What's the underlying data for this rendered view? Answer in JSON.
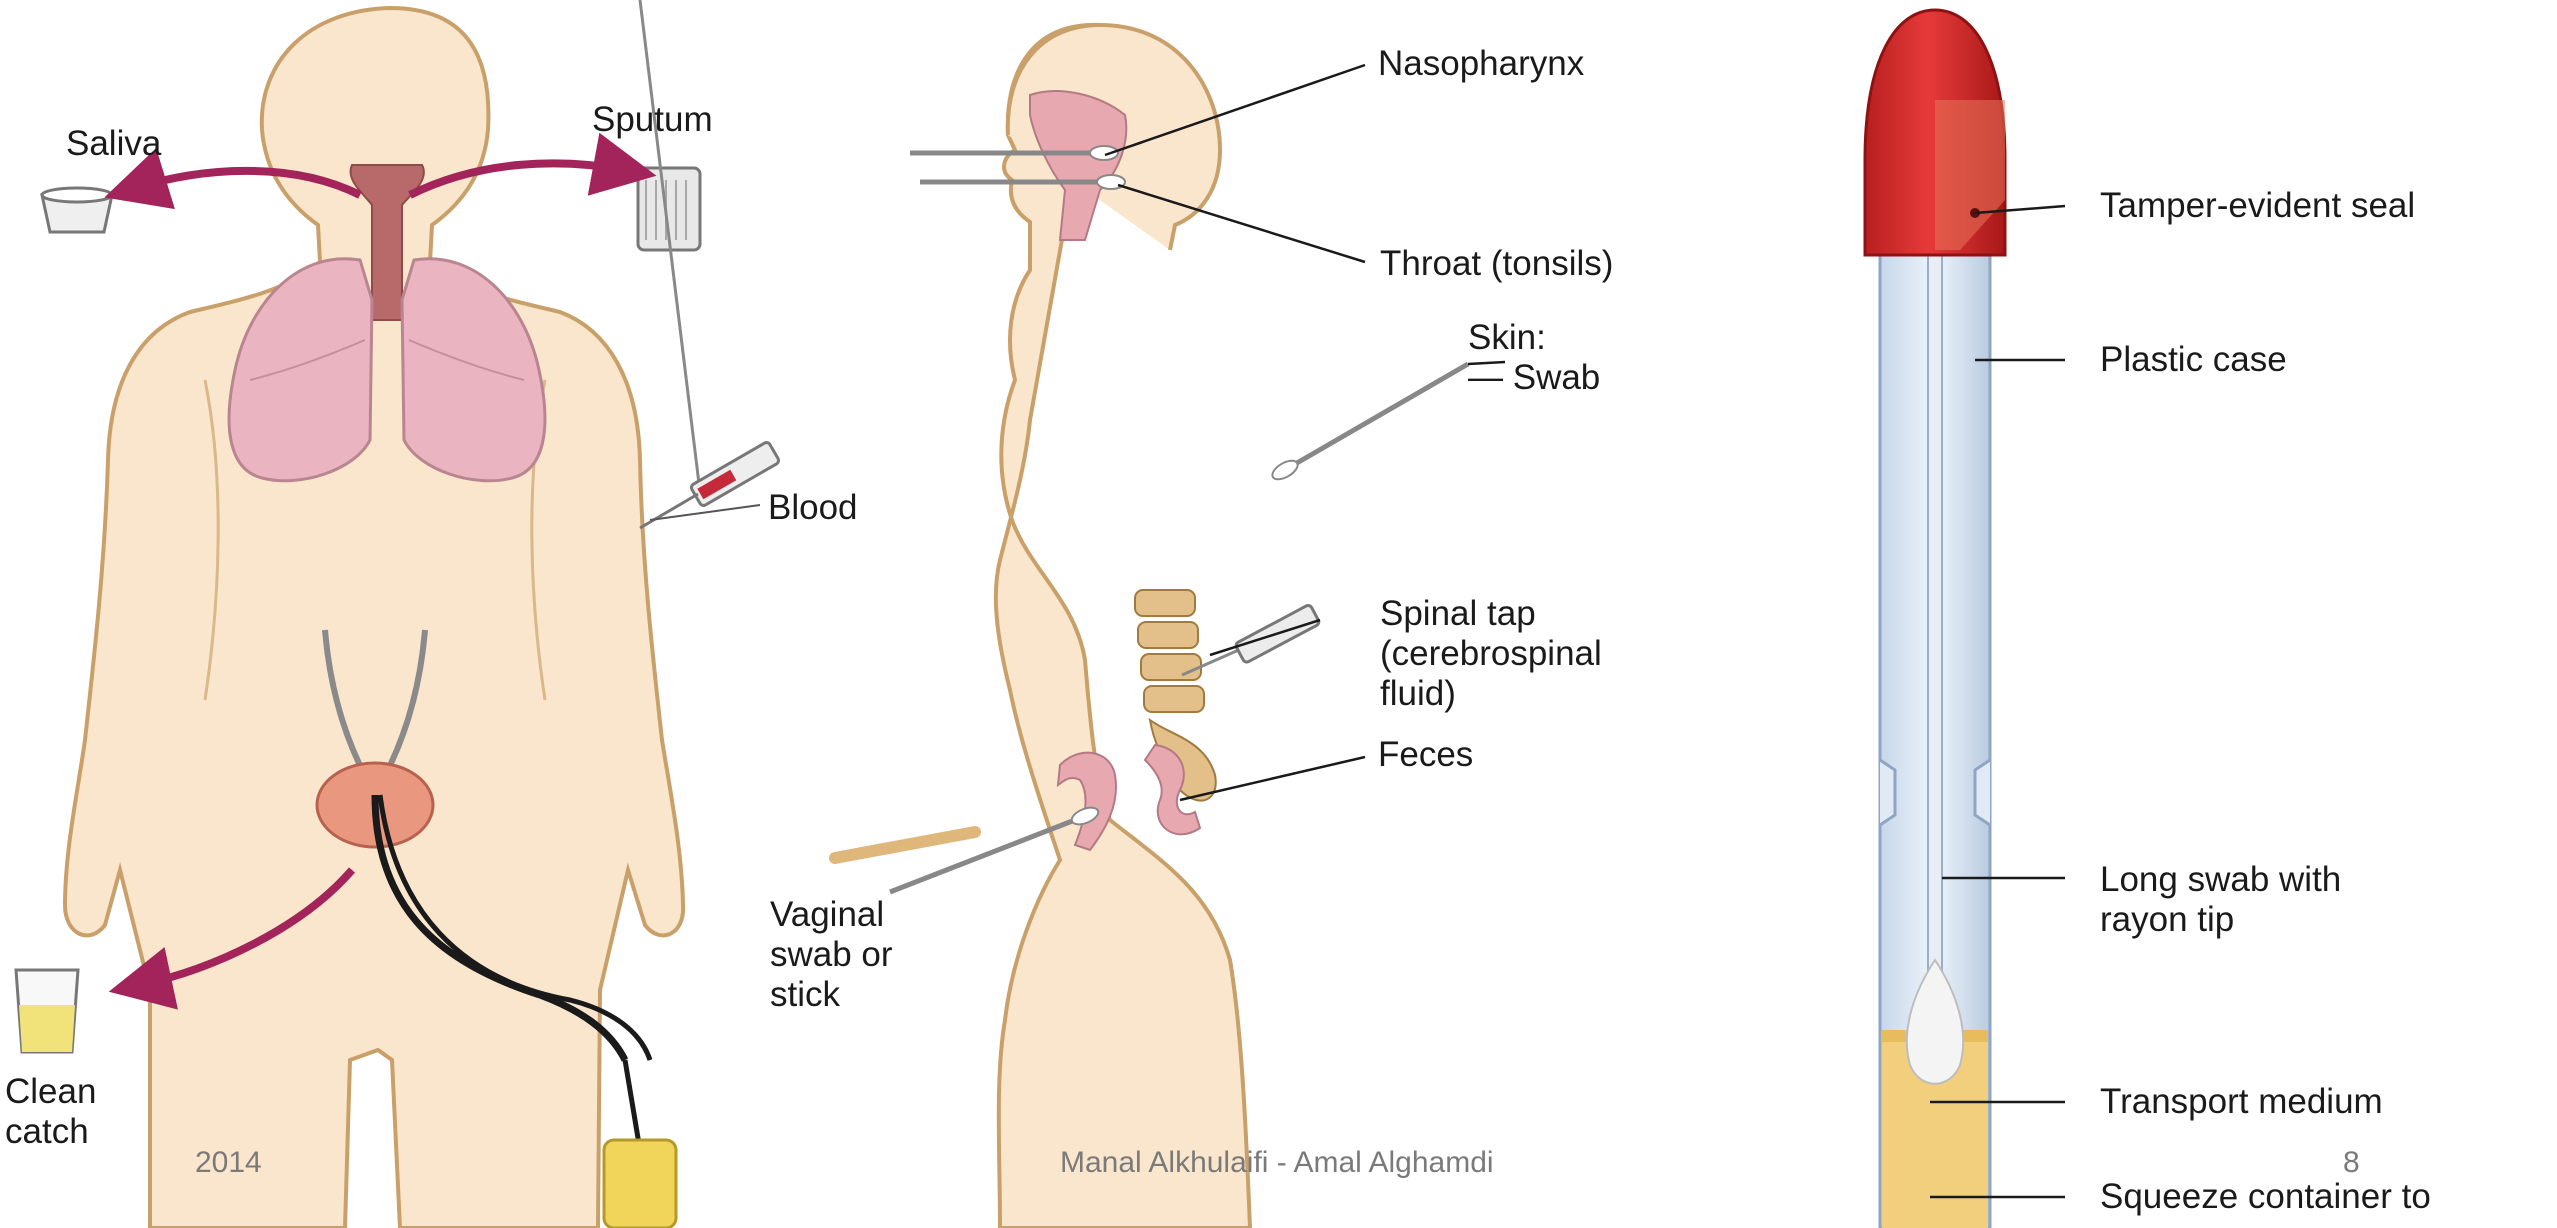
{
  "labels": {
    "saliva": "Saliva",
    "sputum": "Sputum",
    "blood": "Blood",
    "clean_catch": [
      "Clean",
      "catch"
    ],
    "nasopharynx": "Nasopharynx",
    "throat": "Throat (tonsils)",
    "skin": [
      "Skin:",
      "— Swab"
    ],
    "spinal_tap": [
      "Spinal tap",
      "(cerebrospinal",
      "fluid)"
    ],
    "feces": "Feces",
    "vaginal": [
      "Vaginal",
      "swab or",
      "stick"
    ],
    "tamper_seal": "Tamper-evident seal",
    "plastic_case": "Plastic case",
    "long_swab": [
      "Long swab with",
      "rayon tip"
    ],
    "transport_medium": "Transport medium",
    "squeeze": "Squeeze container to"
  },
  "footer": {
    "year": "2014",
    "authors": "Manal Alkhulaifi - Amal Alghamdi",
    "page_number": "8"
  },
  "colors": {
    "skin": "#f9e6cc",
    "outline": "#c9a06a",
    "lung": "#eab5c0",
    "arrow": "#a3245a",
    "seal": "#d42b2b",
    "medium": "#f2cf7c"
  }
}
